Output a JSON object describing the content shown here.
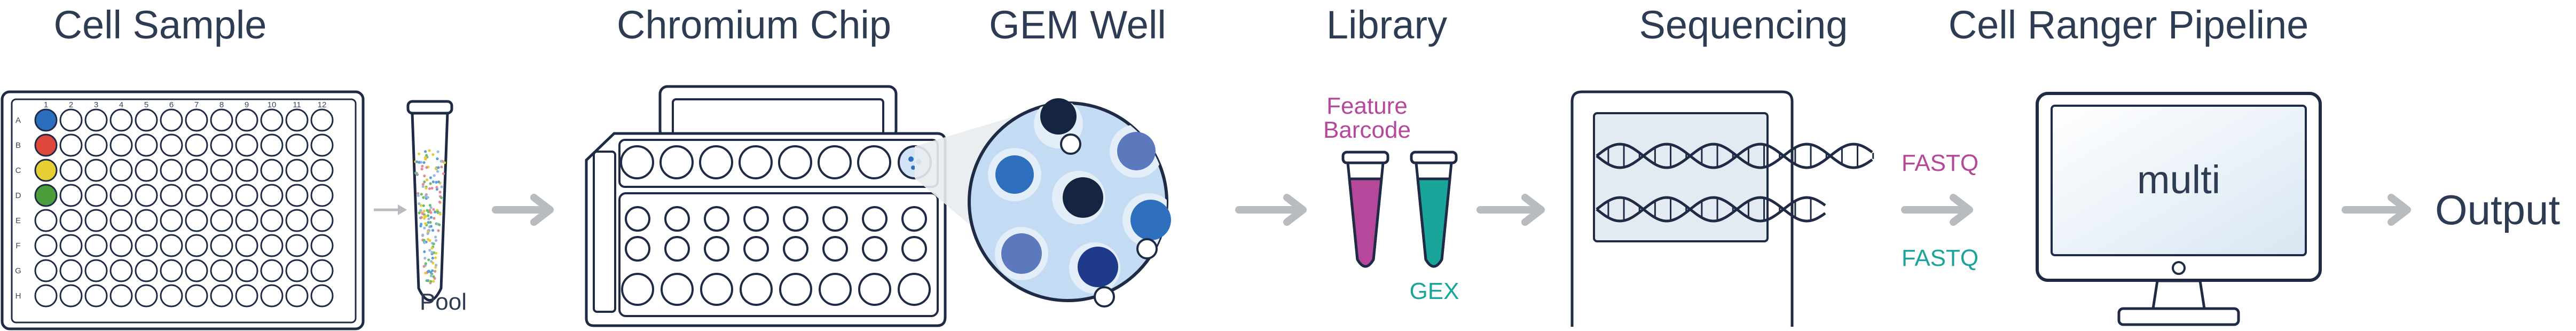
{
  "stages": [
    {
      "id": "cell-sample",
      "title": "Cell Sample"
    },
    {
      "id": "chromium-chip",
      "title": "Chromium Chip"
    },
    {
      "id": "gem-well",
      "title": "GEM Well"
    },
    {
      "id": "library",
      "title": "Library"
    },
    {
      "id": "sequencing",
      "title": "Sequencing"
    },
    {
      "id": "cell-ranger",
      "title": "Cell Ranger Pipeline"
    }
  ],
  "plate": {
    "column_numbers": [
      "1",
      "2",
      "3",
      "4",
      "5",
      "6",
      "7",
      "8",
      "9",
      "10",
      "11",
      "12"
    ],
    "row_letters": [
      "A",
      "B",
      "C",
      "D",
      "E",
      "F",
      "G",
      "H"
    ],
    "sample_colors": [
      "#2a6ebd",
      "#e0473c",
      "#e7cf33",
      "#4a9e3c"
    ]
  },
  "labels": {
    "pool": "Pool",
    "feature_barcode_line1": "Feature",
    "feature_barcode_line2": "Barcode",
    "gex": "GEX",
    "fastq_top": "FASTQ",
    "fastq_bottom": "FASTQ",
    "screen": "multi",
    "output": "Output"
  },
  "colors": {
    "outline": "#1f2b45",
    "text": "#2d3b53",
    "arrow": "#b8bcc1",
    "feature_barcode": "#b5489a",
    "gex": "#1aa59a",
    "gem_fill": "#c3dcf3",
    "gem_dark": "#15243f",
    "gem_blue": "#2e70bd",
    "gem_lavender": "#5c79bd"
  }
}
